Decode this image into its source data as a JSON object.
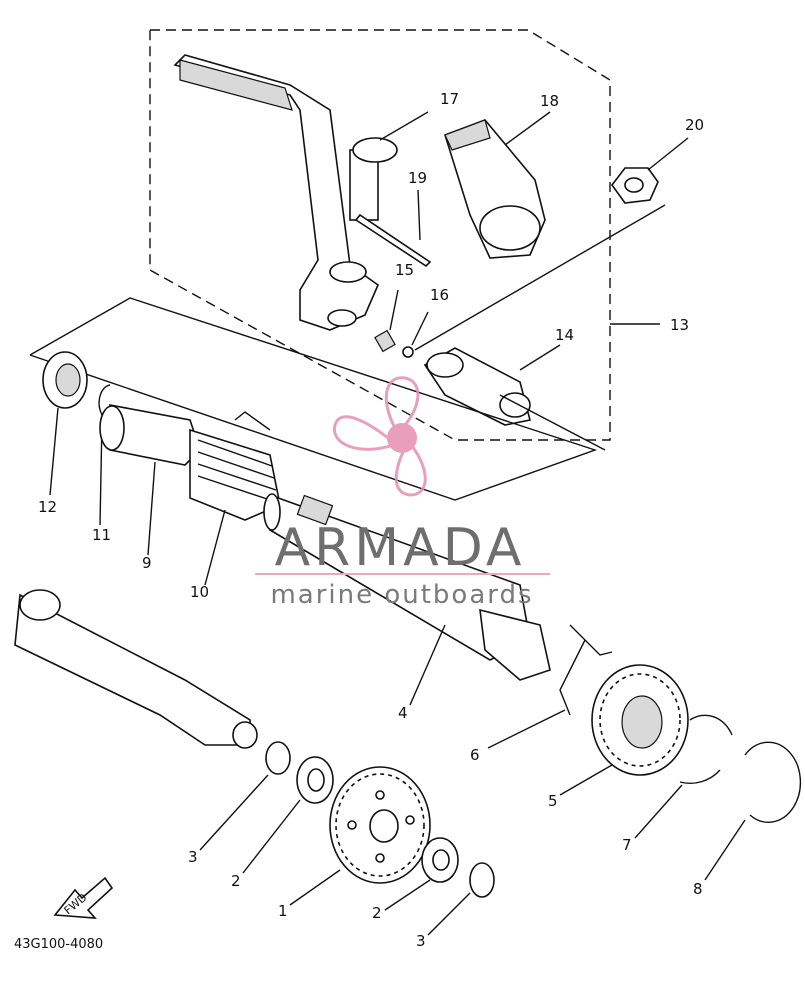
{
  "diagram": {
    "figure_code": "43G100-4080",
    "direction_marker": "FWD",
    "callouts": [
      "1",
      "2",
      "3",
      "4",
      "5",
      "6",
      "7",
      "8",
      "9",
      "10",
      "11",
      "12",
      "13",
      "14",
      "15",
      "16",
      "17",
      "18",
      "19",
      "20"
    ],
    "callout_2_second": "2",
    "callout_3_second": "3"
  },
  "watermark": {
    "brand": "ARMADA",
    "tagline": "marine outboards",
    "logo_color": "#e48fb0"
  }
}
